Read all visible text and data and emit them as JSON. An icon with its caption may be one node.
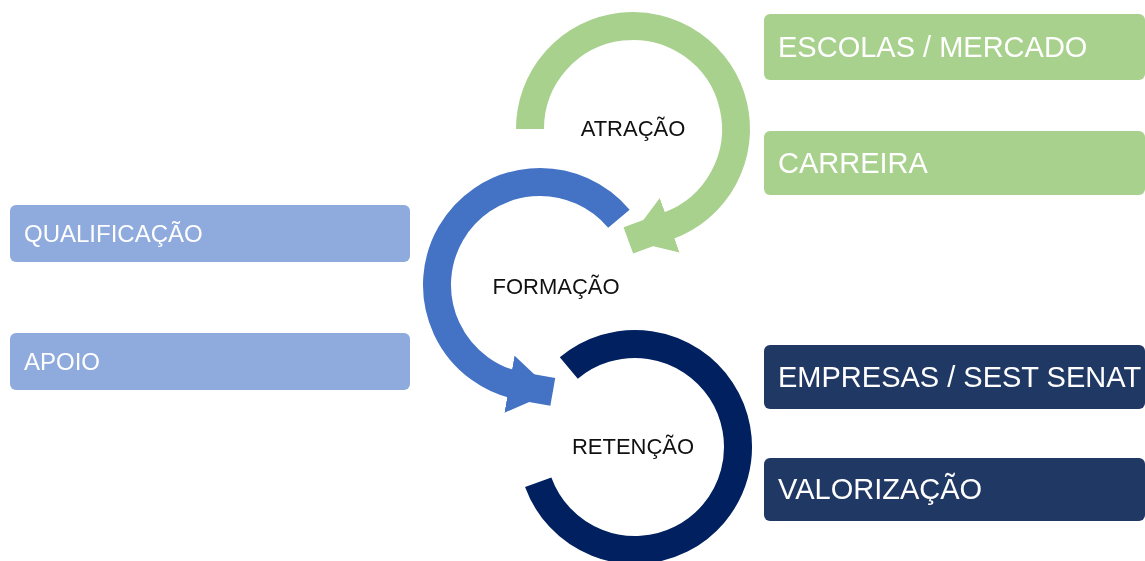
{
  "diagram": {
    "nodes": [
      {
        "text": [
          "ATRAÇÃO"
        ]
      },
      {
        "text": [
          "ESCOLAS / MERCADO"
        ]
      },
      {
        "text": [
          "CARREIRA"
        ]
      },
      {
        "text": [
          "QUALIFICAÇÃO"
        ]
      },
      {
        "text": [
          "FORMAÇÃO"
        ]
      },
      {
        "text": [
          "APOIO"
        ]
      },
      {
        "text": [
          "EMPRESAS / SEST SENAT"
        ]
      },
      {
        "text": [
          "RETENÇÃO"
        ]
      },
      {
        "text": [
          "VALORIZAÇÃO"
        ]
      }
    ],
    "edges": [
      {
        "from": 0,
        "to": 4,
        "arrow": "to",
        "color": "#a9d18e"
      },
      {
        "from": 4,
        "to": 7,
        "arrow": "to",
        "color": "#4472c4"
      }
    ]
  }
}
